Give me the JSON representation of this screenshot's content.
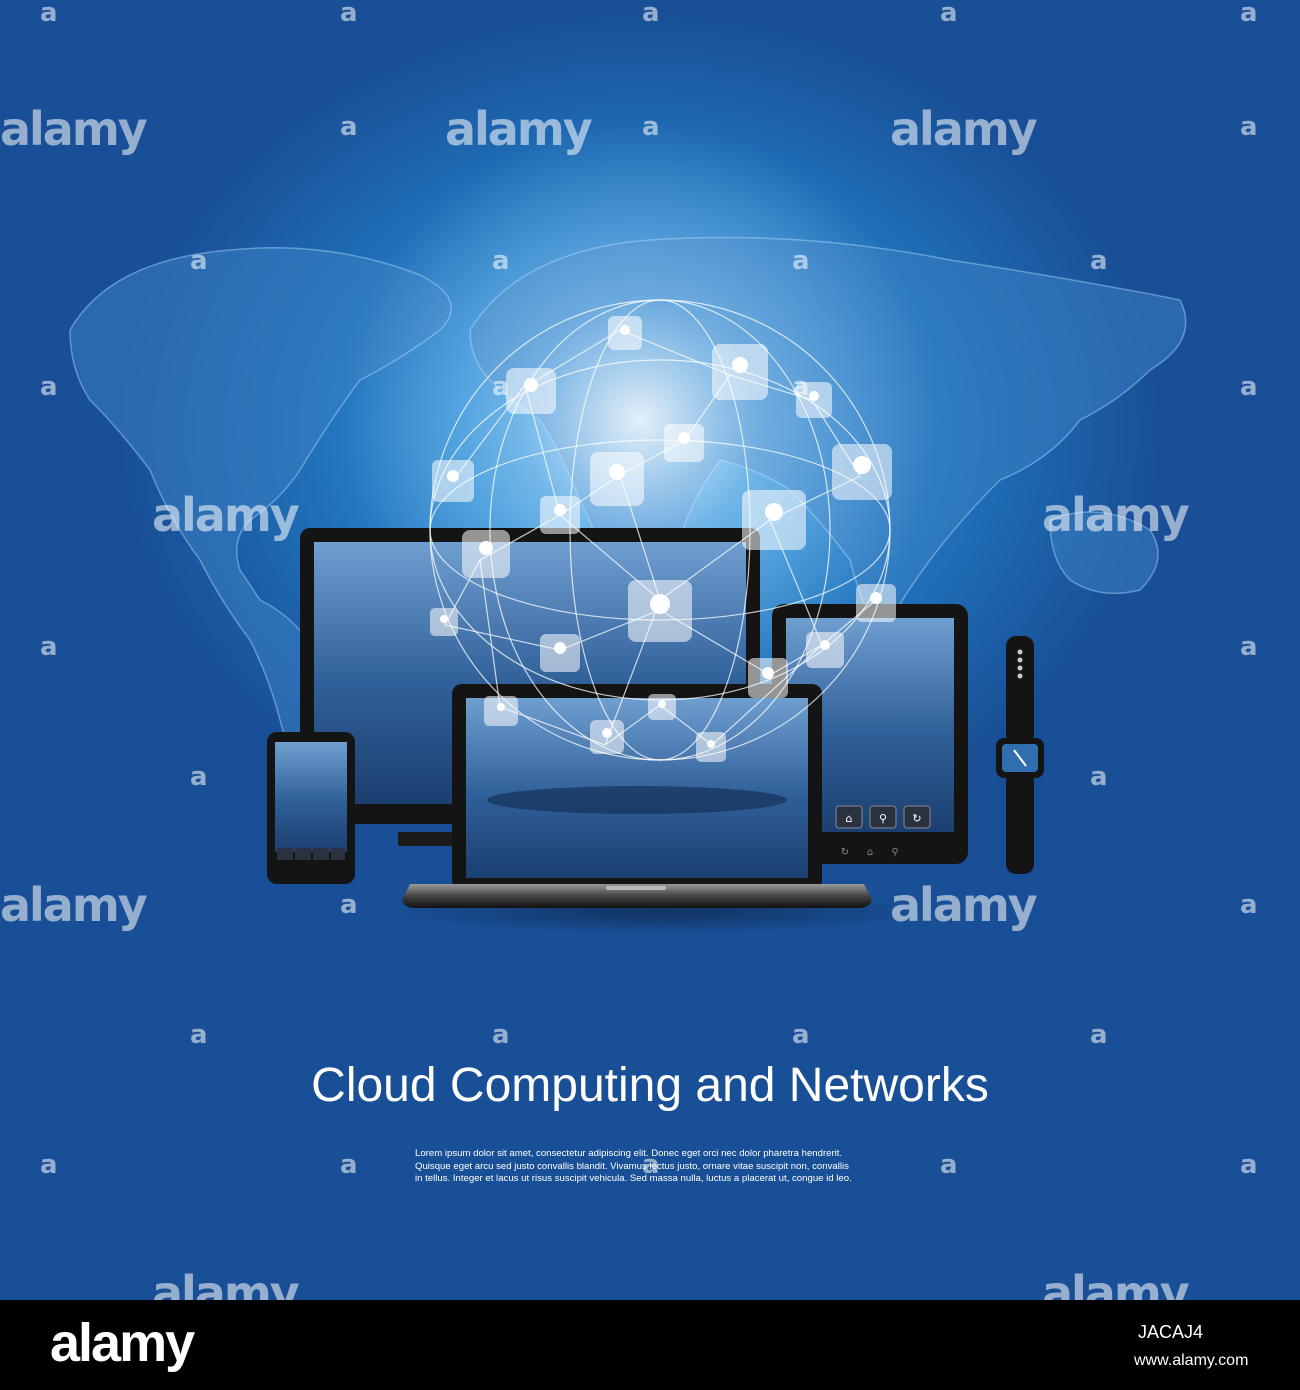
{
  "image": {
    "headline": "Cloud Computing and Networks",
    "body_lines": [
      "Lorem ipsum dolor sit amet, consectetur adipiscing elit. Donec eget orci nec dolor pharetra hendrerit.",
      "Quisque eget arcu sed justo convallis blandit. Vivamus lectus justo, ornare vitae suscipit non, convallis",
      "in tellus. Integer et lacus ut risus suscipit vehicula. Sed massa nulla, luctus a placerat ut, congue id leo."
    ],
    "watermark_text": "alamy",
    "watermark_short": "a"
  },
  "footer": {
    "logo": "alamy",
    "image_id": "JACAJ4",
    "url": "www.alamy.com"
  },
  "colors": {
    "background_center": "#5fb5ea",
    "background_edge": "#194f96",
    "screen": "#2b5f9a",
    "device_frame": "#141414"
  }
}
